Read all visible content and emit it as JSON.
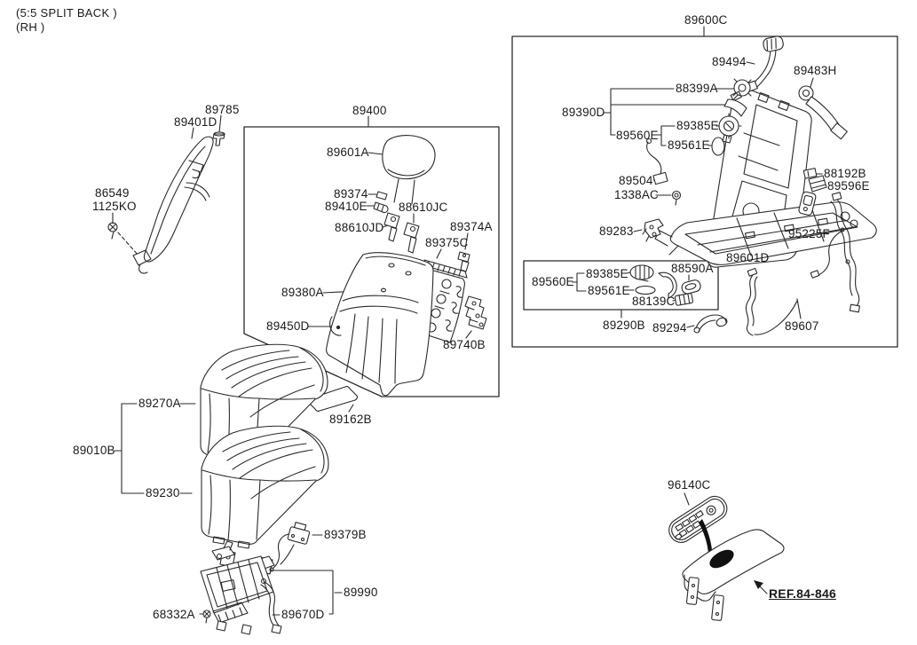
{
  "header": {
    "line1": "(5:5 SPLIT BACK )",
    "line2": "(RH )"
  },
  "parts": {
    "89785": "89785",
    "89401D": "89401D",
    "86549": "86549",
    "1125KO": "1125KO",
    "89400": "89400",
    "89601A": "89601A",
    "89374": "89374",
    "89410E": "89410E",
    "88610JC": "88610JC",
    "88610JD": "88610JD",
    "89374A": "89374A",
    "89375C": "89375C",
    "89380A": "89380A",
    "89450D": "89450D",
    "89740B": "89740B",
    "89162B": "89162B",
    "89270A": "89270A",
    "89010B": "89010B",
    "89230": "89230",
    "89379B": "89379B",
    "89990": "89990",
    "89670D": "89670D",
    "68332A": "68332A",
    "89600C": "89600C",
    "89494": "89494",
    "89483H": "89483H",
    "88399A": "88399A",
    "89390D": "89390D",
    "89385E": "89385E",
    "89560E": "89560E",
    "89561E": "89561E",
    "89504": "89504",
    "1338AC": "1338AC",
    "89283": "89283",
    "88192B": "88192B",
    "89596E": "89596E",
    "95225F": "95225F",
    "89601D": "89601D",
    "88590A": "88590A",
    "88139C": "88139C",
    "89290B": "89290B",
    "89294": "89294",
    "89607": "89607",
    "96140C": "96140C",
    "REF": "REF.84-846"
  },
  "colors": {
    "line": "#2a2a2a",
    "text": "#1a1a1a",
    "background": "#ffffff"
  }
}
